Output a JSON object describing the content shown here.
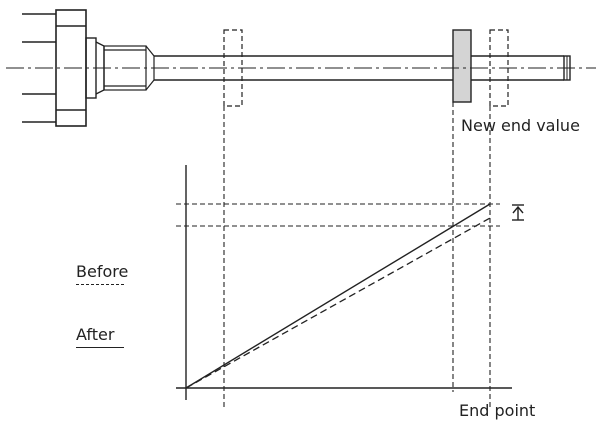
{
  "labels": {
    "new_end_value": "New end value",
    "end_point": "End point",
    "before": "Before",
    "after": "After"
  },
  "colors": {
    "stroke": "#222222",
    "component_fill": "#d4d4d4",
    "background": "#ffffff"
  },
  "icons": {
    "adjust_arrow": "up-arrow-icon"
  }
}
